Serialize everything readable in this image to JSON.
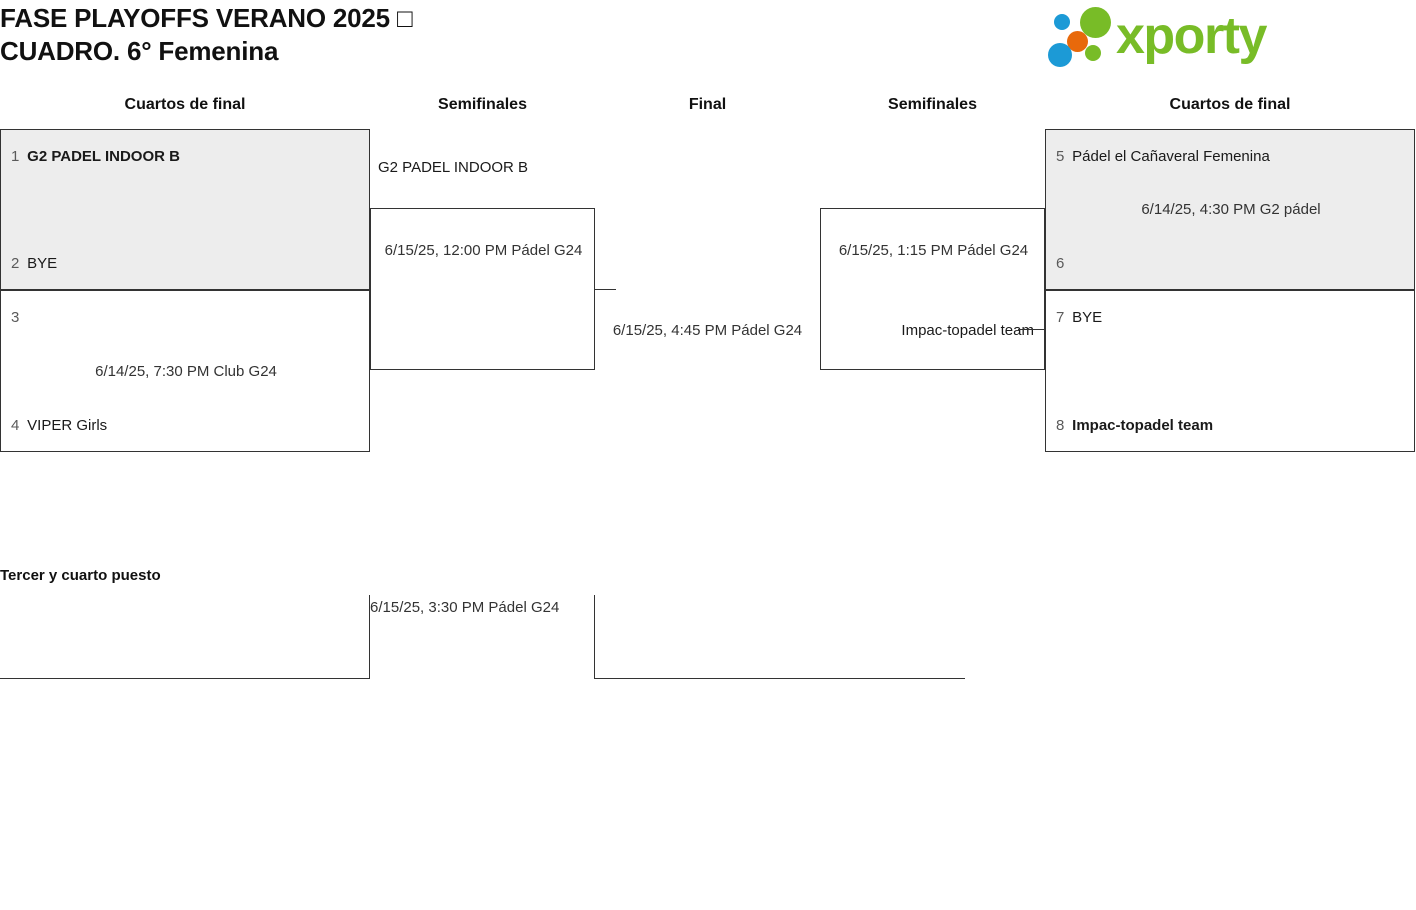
{
  "header": {
    "title": "FASE PLAYOFFS VERANO 2025 □\nCUADRO. 6° Femenina",
    "logo_text": "xporty",
    "logo_colors": {
      "blue": "#1c9ad6",
      "orange": "#e8690b",
      "green": "#78bc27"
    }
  },
  "rounds": [
    {
      "key": "qf-left",
      "label": "Cuartos de final"
    },
    {
      "key": "sf-left",
      "label": "Semifinales"
    },
    {
      "key": "final",
      "label": "Final"
    },
    {
      "key": "sf-right",
      "label": "Semifinales"
    },
    {
      "key": "qf-right",
      "label": "Cuartos de final"
    }
  ],
  "bracket": {
    "quarterfinals_left": [
      {
        "shaded": true,
        "top": {
          "seed": "1",
          "team": "G2 PADEL INDOOR B",
          "winner": true
        },
        "bottom": {
          "seed": "2",
          "team": "BYE",
          "winner": false
        },
        "meta": ""
      },
      {
        "shaded": false,
        "top": {
          "seed": "3",
          "team": "",
          "winner": false
        },
        "bottom": {
          "seed": "4",
          "team": "VIPER Girls",
          "winner": false
        },
        "meta": "6/14/25, 7:30 PM Club G24"
      }
    ],
    "semifinal_left": {
      "qualifier": "G2 PADEL INDOOR B",
      "meta": "6/15/25, 12:00 PM Pádel G24"
    },
    "final": {
      "meta": "6/15/25, 4:45 PM Pádel G24"
    },
    "semifinal_right": {
      "meta": "6/15/25, 1:15 PM Pádel G24",
      "qualifier": "Impac-topadel team"
    },
    "quarterfinals_right": [
      {
        "shaded": true,
        "top": {
          "seed": "5",
          "team": "Pádel el Cañaveral Femenina",
          "winner": false
        },
        "bottom": {
          "seed": "6",
          "team": "",
          "winner": false
        },
        "meta": "6/14/25, 4:30 PM G2 pádel"
      },
      {
        "shaded": false,
        "top": {
          "seed": "7",
          "team": "BYE",
          "winner": false
        },
        "bottom": {
          "seed": "8",
          "team": "Impac-topadel team",
          "winner": true
        },
        "meta": ""
      }
    ]
  },
  "third_place": {
    "title": "Tercer y cuarto puesto",
    "meta": "6/15/25, 3:30 PM Pádel G24"
  }
}
